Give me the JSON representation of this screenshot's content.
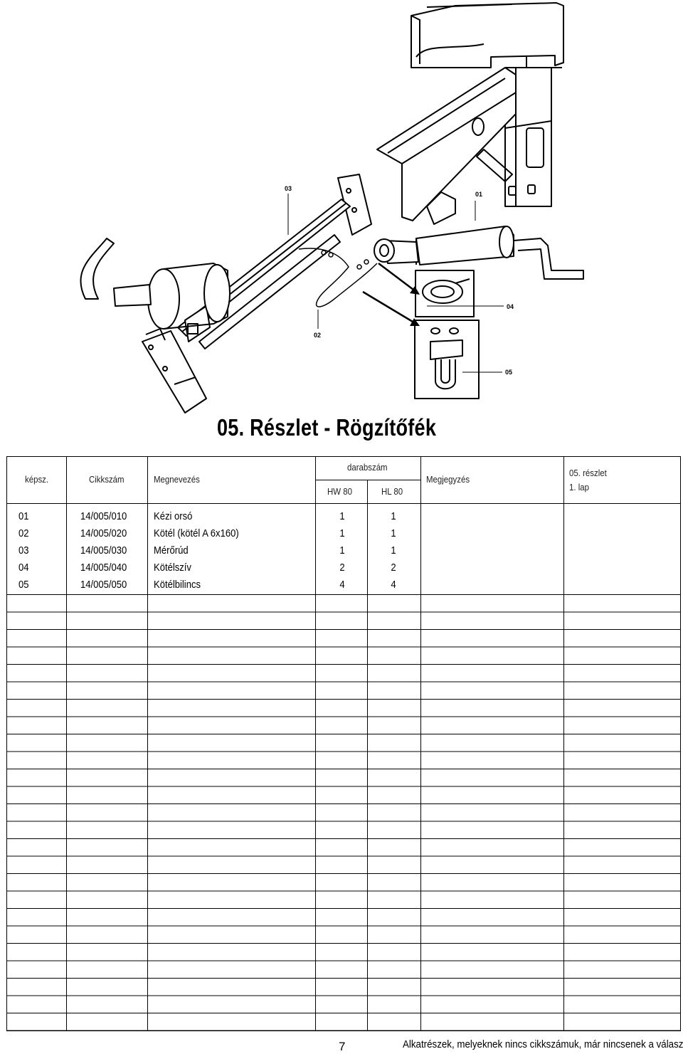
{
  "figure": {
    "callouts": [
      "03",
      "01",
      "04",
      "02",
      "05"
    ]
  },
  "title": "05. Részlet - Rögzítőfék",
  "table": {
    "headers": {
      "kepsz": "képsz.",
      "cikkszam": "Cikkszám",
      "megnevezes": "Megnevezés",
      "darabszam": "darabszám",
      "hw80": "HW 80",
      "hl80": "HL 80",
      "megjegyzes": "Megjegyzés",
      "section": "05. részlet",
      "sheet": "1. lap"
    },
    "rows": [
      {
        "kepsz": "01",
        "cikkszam": "14/005/010",
        "megnevezes": "Kézi orsó",
        "hw80": "1",
        "hl80": "1"
      },
      {
        "kepsz": "02",
        "cikkszam": "14/005/020",
        "megnevezes": "Kötél (kötél A 6x160)",
        "hw80": "1",
        "hl80": "1"
      },
      {
        "kepsz": "03",
        "cikkszam": "14/005/030",
        "megnevezes": "Mérőrúd",
        "hw80": "1",
        "hl80": "1"
      },
      {
        "kepsz": "04",
        "cikkszam": "14/005/040",
        "megnevezes": "Kötélszív",
        "hw80": "2",
        "hl80": "2"
      },
      {
        "kepsz": "05",
        "cikkszam": "14/005/050",
        "megnevezes": "Kötélbilincs",
        "hw80": "4",
        "hl80": "4"
      }
    ]
  },
  "footer": {
    "page_number": "7",
    "note": "Alkatrészek, melyeknek nincs cikkszámuk, már nincsenek a választékban"
  }
}
